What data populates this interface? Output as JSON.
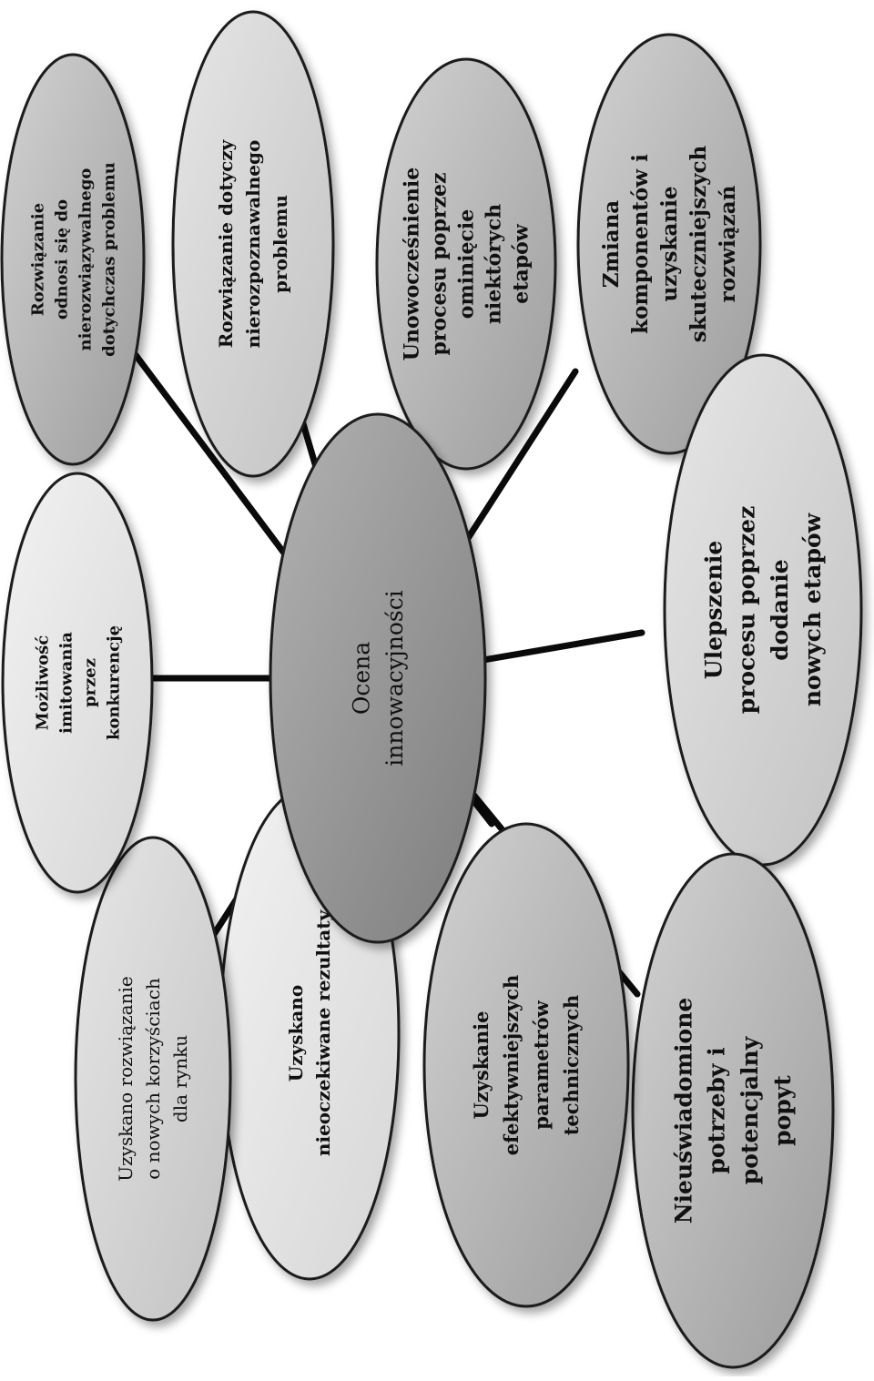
{
  "diagram": {
    "center": {
      "lines": [
        "Ocena",
        "innowacyjności"
      ]
    },
    "nodes": [
      {
        "id": "node-1",
        "lines": [
          "Rozwiązanie",
          "odnosi się do",
          "nierozwiązywalnego",
          "dotychczas problemu"
        ]
      },
      {
        "id": "node-2",
        "lines": [
          "Rozwiązanie dotyczy",
          "nierozpoznawalnego",
          "problemu"
        ]
      },
      {
        "id": "node-3",
        "lines": [
          "Unowocześnienie",
          "procesu  poprzez",
          "ominięcie",
          "niektórych",
          "etapów"
        ]
      },
      {
        "id": "node-4",
        "lines": [
          "Zmiana",
          "komponentów i",
          "uzyskanie",
          "skuteczniejszych",
          "rozwiązań"
        ]
      },
      {
        "id": "node-5",
        "lines": [
          "Ulepszenie",
          "procesu poprzez",
          "dodanie",
          "nowych etapów"
        ]
      },
      {
        "id": "node-6",
        "lines": [
          "Nieuświadomione",
          "potrzeby i",
          "potencjalny",
          "popyt"
        ]
      },
      {
        "id": "node-7",
        "lines": [
          "Uzyskanie",
          "efektywniejszych",
          "parametrów",
          "technicznych"
        ]
      },
      {
        "id": "node-8",
        "lines": [
          "Uzyskano",
          "nieoczekiwane rezultaty"
        ]
      },
      {
        "id": "node-9",
        "lines": [
          "Uzyskano rozwiązanie",
          "o nowych korzyściach",
          "dla rynku"
        ]
      },
      {
        "id": "node-10",
        "lines": [
          "Możliwość",
          "imitowania",
          "przez",
          "konkurencję"
        ]
      }
    ]
  }
}
